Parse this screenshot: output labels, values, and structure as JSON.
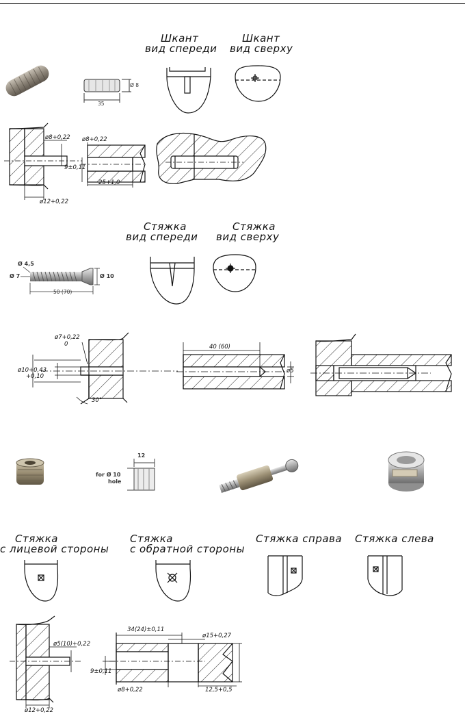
{
  "sections": {
    "dowel": {
      "front_title": "Шкант",
      "front_sub": "вид спереди",
      "top_title": "Шкант",
      "top_sub": "вид сверху",
      "dim_len": "35",
      "dim_dia": "Ø 8",
      "dim_hole_a": "ø8+0,22",
      "dim_hole_b": "ø8+0,22",
      "dim_depth_a": "9±0,11",
      "dim_depth_b": "25+1,0",
      "dim_edge": "ø12+0,22"
    },
    "screw": {
      "front_title": "Стяжка",
      "front_sub": "вид спереди",
      "top_title": "Стяжка",
      "top_sub": "вид сверху",
      "dim_head": "Ø 4,5",
      "dim_core": "Ø 7",
      "dim_shaft": "Ø 10",
      "dim_len": "50 (70)",
      "dim_a": "ø7+0,22",
      "dim_a_sub": "0",
      "dim_b": "ø10+0,43",
      "dim_b2": "+0,10",
      "dim_angle": "30°",
      "dim_depth": "40 (60)",
      "dim_dia": "ø5"
    },
    "cam": {
      "width": "12",
      "for_label": "for Ø 10",
      "hole_label": "hole"
    },
    "sides": {
      "s1_title": "Стяжка",
      "s1_sub": "с лицевой стороны",
      "s2_title": "Стяжка",
      "s2_sub": "с обратной стороны",
      "s3_title": "Стяжка справа",
      "s4_title": "Стяжка слева"
    },
    "bottom": {
      "dim_a": "ø5(10)+0,22",
      "dim_edge": "ø12+0,22",
      "dim_len": "34(24)±0,11",
      "dim_cam": "ø15+0,27",
      "dim_depth": "9±0,11",
      "dim_hole": "ø8+0,22",
      "dim_cam_depth": "12,5+0,5"
    }
  }
}
